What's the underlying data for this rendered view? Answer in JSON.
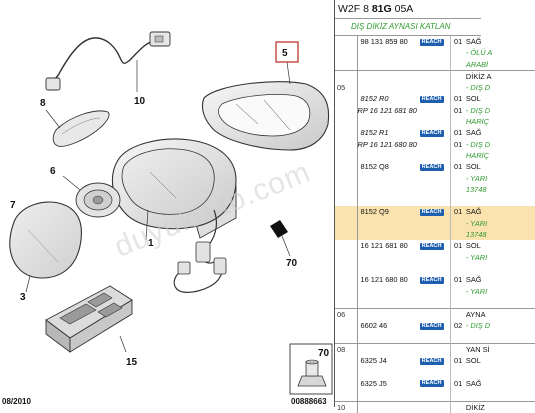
{
  "diagram": {
    "callouts": [
      "5",
      "8",
      "10",
      "6",
      "7",
      "1",
      "3",
      "70",
      "15",
      "70"
    ],
    "watermark": "duyuko to.com",
    "footer_left": "08/2010",
    "footer_right": "00888663"
  },
  "panel": {
    "header_prefix": "W2F 8",
    "header_bold": "81G",
    "header_suffix": "05A",
    "section_title": "DIŞ DİKİZ AYNASI KATLAN",
    "reach_label": "REACH",
    "rows": [
      {
        "idx": "",
        "part": "98 131 859 80",
        "reach": true,
        "qty": "01",
        "desc": "SAĞ",
        "note": false,
        "ital": false,
        "right": false,
        "hl": false,
        "sep": false
      },
      {
        "idx": "",
        "part": "",
        "reach": false,
        "qty": "",
        "desc": "- ÖLÜ A",
        "note": true,
        "ital": false,
        "right": false,
        "hl": false,
        "sep": false
      },
      {
        "idx": "",
        "part": "",
        "reach": false,
        "qty": "",
        "desc": "ARABİ",
        "note": true,
        "ital": false,
        "right": false,
        "hl": false,
        "sep": false
      },
      {
        "idx": "",
        "part": "",
        "reach": false,
        "qty": "",
        "desc": "DİKİZ A",
        "note": false,
        "ital": false,
        "right": false,
        "hl": false,
        "sep": true
      },
      {
        "idx": "05",
        "part": "",
        "reach": false,
        "qty": "",
        "desc": "- DIŞ D",
        "note": true,
        "ital": false,
        "right": false,
        "hl": false,
        "sep": false
      },
      {
        "idx": "",
        "part": "8152 R0",
        "reach": true,
        "qty": "01",
        "desc": "SOL",
        "note": false,
        "ital": true,
        "right": false,
        "hl": false,
        "sep": false
      },
      {
        "idx": "",
        "part": "RP 16 121 681 80",
        "reach": false,
        "qty": "01",
        "desc": "- DIŞ D",
        "note": true,
        "ital": true,
        "right": true,
        "hl": false,
        "sep": false
      },
      {
        "idx": "",
        "part": "",
        "reach": false,
        "qty": "",
        "desc": "HARİÇ",
        "note": true,
        "ital": false,
        "right": false,
        "hl": false,
        "sep": false
      },
      {
        "idx": "",
        "part": "8152 R1",
        "reach": true,
        "qty": "01",
        "desc": "SAĞ",
        "note": false,
        "ital": true,
        "right": false,
        "hl": false,
        "sep": false
      },
      {
        "idx": "",
        "part": "RP 16 121 680 80",
        "reach": false,
        "qty": "01",
        "desc": "- DIŞ D",
        "note": true,
        "ital": true,
        "right": true,
        "hl": false,
        "sep": false
      },
      {
        "idx": "",
        "part": "",
        "reach": false,
        "qty": "",
        "desc": "HARİÇ",
        "note": true,
        "ital": false,
        "right": false,
        "hl": false,
        "sep": false
      },
      {
        "idx": "",
        "part": "8152 Q8",
        "reach": true,
        "qty": "01",
        "desc": "SOL",
        "note": false,
        "ital": false,
        "right": false,
        "hl": false,
        "sep": false
      },
      {
        "idx": "",
        "part": "",
        "reach": false,
        "qty": "",
        "desc": "- YARI",
        "note": true,
        "ital": false,
        "right": false,
        "hl": false,
        "sep": false
      },
      {
        "idx": "",
        "part": "",
        "reach": false,
        "qty": "",
        "desc": "13748",
        "note": true,
        "ital": false,
        "right": false,
        "hl": false,
        "sep": false
      },
      {
        "idx": "",
        "part": "",
        "reach": false,
        "qty": "",
        "desc": "",
        "note": false,
        "ital": false,
        "right": false,
        "hl": false,
        "sep": false
      },
      {
        "idx": "",
        "part": "8152 Q9",
        "reach": true,
        "qty": "01",
        "desc": "SAĞ",
        "note": false,
        "ital": false,
        "right": false,
        "hl": true,
        "sep": false
      },
      {
        "idx": "",
        "part": "",
        "reach": false,
        "qty": "",
        "desc": "- YARI",
        "note": true,
        "ital": false,
        "right": false,
        "hl": true,
        "sep": false
      },
      {
        "idx": "",
        "part": "",
        "reach": false,
        "qty": "",
        "desc": "13748",
        "note": true,
        "ital": false,
        "right": false,
        "hl": true,
        "sep": false
      },
      {
        "idx": "",
        "part": "16 121 681 80",
        "reach": true,
        "qty": "01",
        "desc": "SOL",
        "note": false,
        "ital": false,
        "right": false,
        "hl": false,
        "sep": false
      },
      {
        "idx": "",
        "part": "",
        "reach": false,
        "qty": "",
        "desc": "- YARI",
        "note": true,
        "ital": false,
        "right": false,
        "hl": false,
        "sep": false
      },
      {
        "idx": "",
        "part": "",
        "reach": false,
        "qty": "",
        "desc": "",
        "note": false,
        "ital": false,
        "right": false,
        "hl": false,
        "sep": false
      },
      {
        "idx": "",
        "part": "16 121 680 80",
        "reach": true,
        "qty": "01",
        "desc": "SAĞ",
        "note": false,
        "ital": false,
        "right": false,
        "hl": false,
        "sep": false
      },
      {
        "idx": "",
        "part": "",
        "reach": false,
        "qty": "",
        "desc": "- YARI",
        "note": true,
        "ital": false,
        "right": false,
        "hl": false,
        "sep": false
      },
      {
        "idx": "",
        "part": "",
        "reach": false,
        "qty": "",
        "desc": "",
        "note": false,
        "ital": false,
        "right": false,
        "hl": false,
        "sep": false
      },
      {
        "idx": "06",
        "part": "",
        "reach": false,
        "qty": "",
        "desc": "AYNA",
        "note": false,
        "ital": false,
        "right": false,
        "hl": false,
        "sep": true
      },
      {
        "idx": "",
        "part": "6602 46",
        "reach": true,
        "qty": "02",
        "desc": "- DIŞ D",
        "note": true,
        "ital": false,
        "right": false,
        "hl": false,
        "sep": false
      },
      {
        "idx": "",
        "part": "",
        "reach": false,
        "qty": "",
        "desc": "",
        "note": false,
        "ital": false,
        "right": false,
        "hl": false,
        "sep": false
      },
      {
        "idx": "08",
        "part": "",
        "reach": false,
        "qty": "",
        "desc": "YAN Sİ",
        "note": false,
        "ital": false,
        "right": false,
        "hl": false,
        "sep": true
      },
      {
        "idx": "",
        "part": "6325 J4",
        "reach": true,
        "qty": "01",
        "desc": "SOL",
        "note": false,
        "ital": false,
        "right": false,
        "hl": false,
        "sep": false
      },
      {
        "idx": "",
        "part": "",
        "reach": false,
        "qty": "",
        "desc": "",
        "note": false,
        "ital": false,
        "right": false,
        "hl": false,
        "sep": false
      },
      {
        "idx": "",
        "part": "6325 J5",
        "reach": true,
        "qty": "01",
        "desc": "SAĞ",
        "note": false,
        "ital": false,
        "right": false,
        "hl": false,
        "sep": false
      },
      {
        "idx": "",
        "part": "",
        "reach": false,
        "qty": "",
        "desc": "",
        "note": false,
        "ital": false,
        "right": false,
        "hl": false,
        "sep": false
      },
      {
        "idx": "10",
        "part": "",
        "reach": false,
        "qty": "",
        "desc": "DİKİZ",
        "note": false,
        "ital": false,
        "right": false,
        "hl": false,
        "sep": true
      }
    ]
  }
}
